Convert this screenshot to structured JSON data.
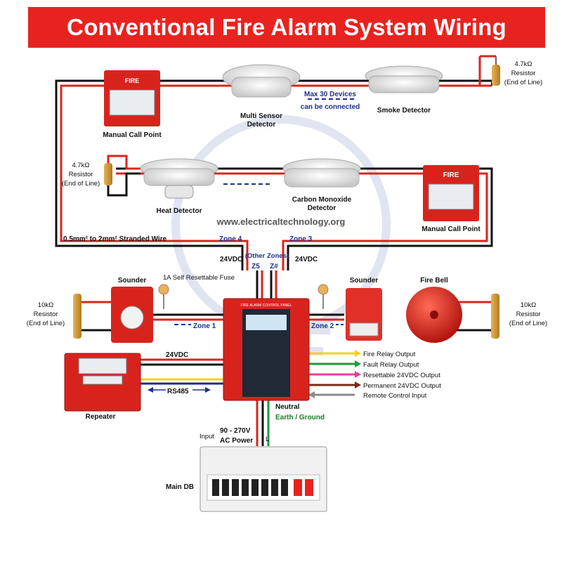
{
  "title": "Conventional Fire Alarm System Wiring",
  "watermark": "www.electricaltechnology.org",
  "labels": {
    "mcp_top": "Manual Call Point",
    "multi_sensor_1": "Multi Sensor",
    "multi_sensor_2": "Detector",
    "max_devices_1": "Max 30 Devices",
    "max_devices_2": "can be connected",
    "smoke_detector": "Smoke Detector",
    "res_tr_1": "4.7kΩ",
    "res_tr_2": "Resistor",
    "res_tr_3": "(End of Line)",
    "res_ml_1": "4.7kΩ",
    "res_ml_2": "Resistor",
    "res_ml_3": "(End of Line)",
    "heat_detector": "Heat Detector",
    "co_detector_1": "Carbon Monoxide",
    "co_detector_2": "Detector",
    "mcp_right": "Manual Call Point",
    "wire_spec": "0.5mm² to 2mm² Stranded Wire",
    "zone4": "Zone 4",
    "zone3": "Zone 3",
    "vdc_left": "24VDC",
    "vdc_right": "24VDC",
    "other_zones": "(Other Zones)",
    "z5": "Z5",
    "zn": "Z#",
    "sounder_left": "Sounder",
    "fuse": "1A Self Resettable Fuse",
    "sounder_right": "Sounder",
    "fire_bell": "Fire Bell",
    "res_l_1": "10kΩ",
    "res_l_2": "Resistor",
    "res_l_3": "(End of Line)",
    "res_r_1": "10kΩ",
    "res_r_2": "Resistor",
    "res_r_3": "(End of Line)",
    "zone1": "Zone 1",
    "zone2": "Zone 2",
    "vdc_repeater": "24VDC",
    "rs485": "RS485",
    "repeater": "Repeater",
    "out_fire_relay": "Fire Relay Output",
    "out_fault_relay": "Fault Relay Output",
    "out_resettable": "Resettable 24VDC Output",
    "out_permanent": "Permanent 24VDC Output",
    "out_remote": "Remote Control Input",
    "neutral": "Neutral",
    "earth": "Earth / Ground",
    "line": "L",
    "input": "Input",
    "ac_power_1": "90 - 270V",
    "ac_power_2": "AC Power",
    "main_db": "Main DB",
    "mcp_device_text": "FIRE",
    "panel_header": "FIRE ALARM CONTROL PANEL"
  },
  "colors": {
    "title_bg": "#e8231f",
    "wire_red": "#d9251c",
    "wire_black": "#111111",
    "zone_blue": "#1b2f8f",
    "device_red": "#d8231d",
    "out_yellow": "#f2d21c",
    "out_green": "#1f9a3a",
    "out_pink": "#e040a0",
    "out_brown": "#7a2a1a",
    "out_grey": "#8a8a8a"
  },
  "icons": {
    "call_point": "manual-call-point-icon",
    "detector": "ceiling-detector-icon",
    "resistor": "resistor-icon",
    "fuse": "fuse-icon",
    "sounder": "sounder-icon",
    "bell": "fire-bell-icon",
    "panel": "control-panel-icon",
    "repeater": "repeater-panel-icon",
    "breaker": "distribution-board-icon"
  }
}
